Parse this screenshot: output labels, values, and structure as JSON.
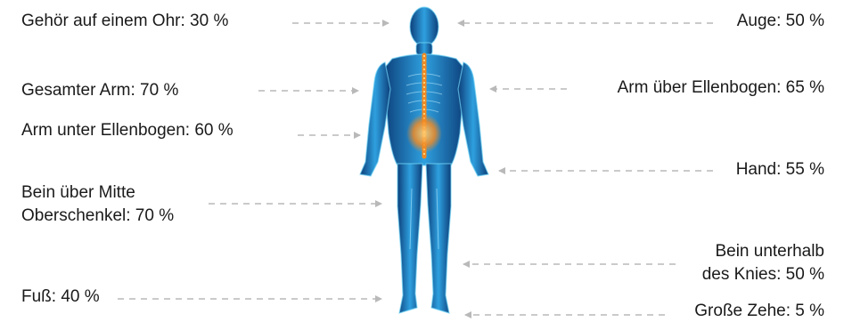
{
  "labels": {
    "hearing": "Gehör auf einem Ohr: 30 %",
    "eye": "Auge: 50 %",
    "whole_arm": "Gesamter Arm: 70 %",
    "arm_above_elbow": "Arm über Ellenbogen: 65 %",
    "arm_below_elbow": "Arm unter Ellenbogen: 60 %",
    "hand": "Hand: 55 %",
    "leg_above_mid_thigh_line1": "Bein über Mitte",
    "leg_above_mid_thigh_line2": "Oberschenkel: 70 %",
    "leg_below_knee_line1": "Bein unterhalb",
    "leg_below_knee_line2": "des Knies: 50 %",
    "foot": "Fuß: 40 %",
    "big_toe": "Große Zehe: 5 %"
  },
  "colors": {
    "body": "#1e6fc2",
    "body_glow": "#5ecbf2",
    "spine": "#f08a24",
    "arrow": "#b9b9b9",
    "text": "#1a1a1a"
  }
}
